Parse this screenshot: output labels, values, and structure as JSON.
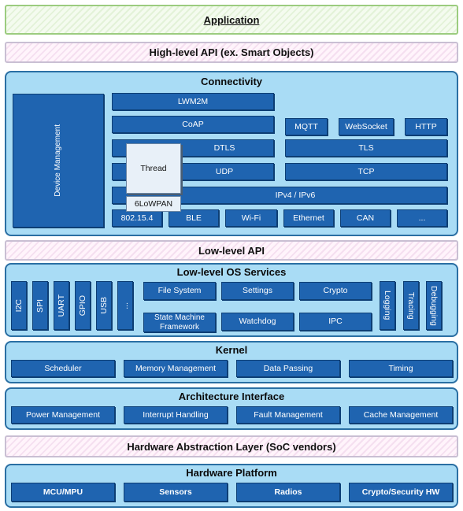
{
  "application": "Application",
  "high_level_api": "High-level API (ex. Smart Objects)",
  "connectivity": {
    "title": "Connectivity",
    "device_management": "Device Management",
    "lwm2m": "LWM2M",
    "coap": "CoAP",
    "dtls": "DTLS",
    "udp": "UDP",
    "thread": "Thread",
    "sixlowpan": "6LoWPAN",
    "mqtt": "MQTT",
    "websocket": "WebSocket",
    "http": "HTTP",
    "tls": "TLS",
    "tcp": "TCP",
    "ip": "IPv4 / IPv6",
    "links": [
      "802.15.4",
      "BLE",
      "Wi-Fi",
      "Ethernet",
      "CAN",
      "..."
    ]
  },
  "low_level_api": "Low-level API",
  "os_services": {
    "title": "Low-level OS Services",
    "buses": [
      "I2C",
      "SPI",
      "UART",
      "GPIO",
      "USB",
      "..."
    ],
    "file_system": "File System",
    "settings": "Settings",
    "crypto": "Crypto",
    "state_machine": "State Machine Framework",
    "watchdog": "Watchdog",
    "ipc": "IPC",
    "logging": "Logging",
    "tracing": "Tracing",
    "debugging": "Debugging"
  },
  "kernel": {
    "title": "Kernel",
    "items": [
      "Scheduler",
      "Memory Management",
      "Data Passing",
      "Timing"
    ]
  },
  "architecture": {
    "title": "Architecture Interface",
    "items": [
      "Power Management",
      "Interrupt Handling",
      "Fault Management",
      "Cache Management"
    ]
  },
  "hal": "Hardware Abstraction Layer (SoC vendors)",
  "hardware": {
    "title": "Hardware Platform",
    "items": [
      "MCU/MPU",
      "Sensors",
      "Radios",
      "Crypto/Security HW"
    ]
  }
}
